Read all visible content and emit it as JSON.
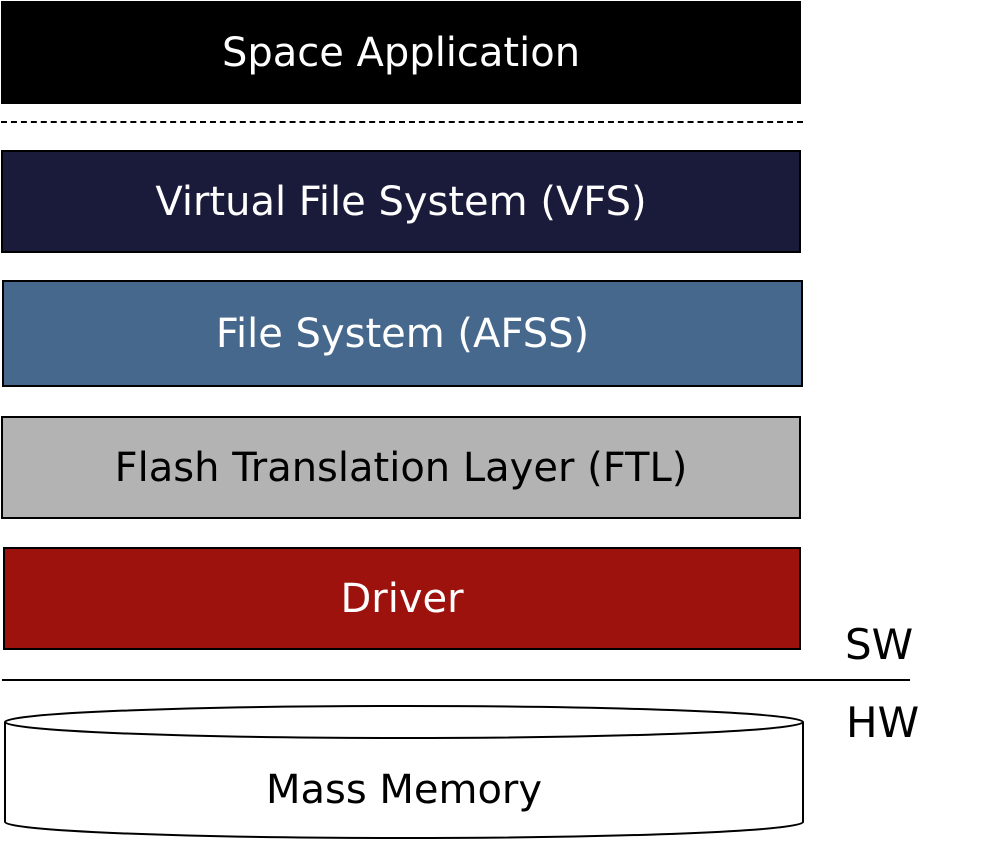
{
  "layers": [
    {
      "label": "Space Application",
      "bg": "#000000",
      "fg": "#ffffff"
    },
    {
      "label": "Virtual File System (VFS)",
      "bg": "#1a1a3a",
      "fg": "#ffffff"
    },
    {
      "label": "File System (AFSS)",
      "bg": "#46688c",
      "fg": "#ffffff"
    },
    {
      "label": "Flash Translation Layer (FTL)",
      "bg": "#b3b3b3",
      "fg": "#000000"
    },
    {
      "label": "Driver",
      "bg": "#9e120d",
      "fg": "#ffffff"
    }
  ],
  "boundary": {
    "sw_label": "SW",
    "hw_label": "HW"
  },
  "storage": {
    "label": "Mass Memory",
    "icon": "cylinder-disk-icon"
  }
}
